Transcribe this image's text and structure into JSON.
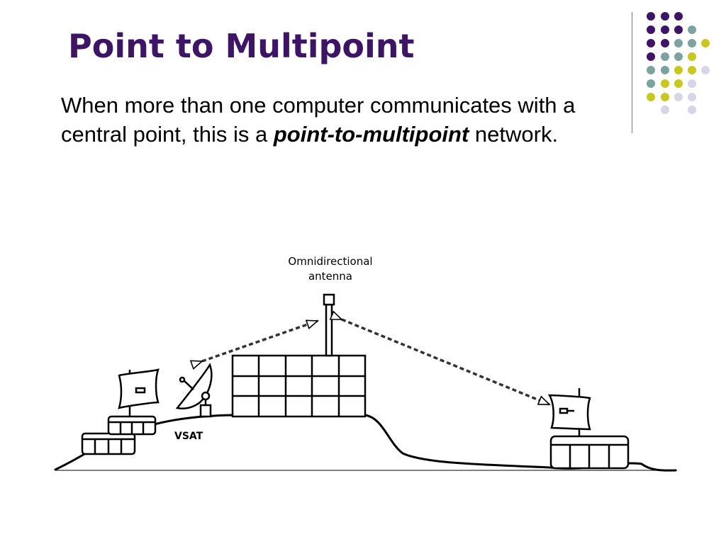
{
  "slide": {
    "title": "Point to Multipoint",
    "body": {
      "text_before": "When more than one computer communicates with a central point, this is a ",
      "emphasis": "point-to-multipoint",
      "text_after": " network."
    }
  },
  "diagram": {
    "antenna_label_line1": "Omnidirectional",
    "antenna_label_line2": "antenna",
    "vsat_label": "VSAT"
  },
  "theme": {
    "title_color": "#3d1466",
    "dot_colors": [
      "#3d1466",
      "#7ba3a0",
      "#c8c81e",
      "#d6d6e8"
    ]
  }
}
